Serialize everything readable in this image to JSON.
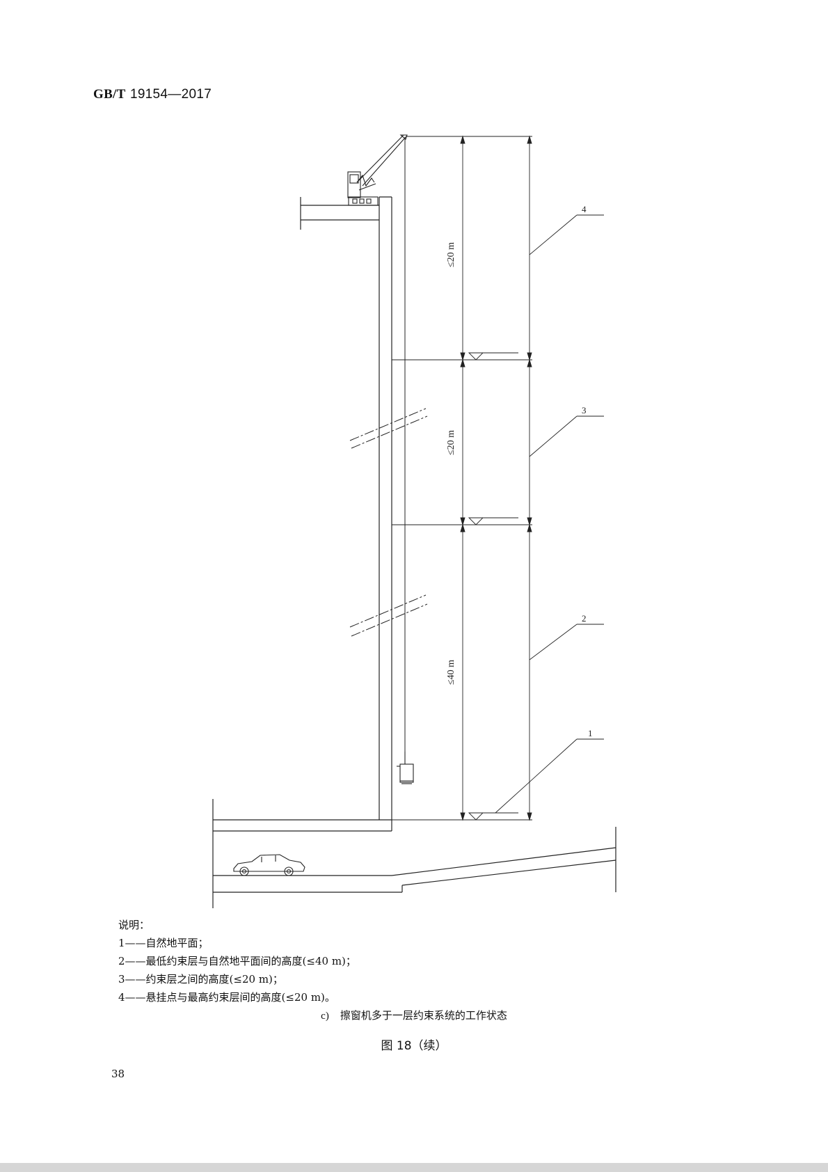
{
  "header": {
    "standard_prefix": "GB/T",
    "standard_number": "19154—2017"
  },
  "figure": {
    "dimensions": {
      "dim_top": "≤20 m",
      "dim_mid": "≤20 m",
      "dim_bottom": "≤40 m"
    },
    "callouts": [
      "1",
      "2",
      "3",
      "4"
    ]
  },
  "legend": {
    "title": "说明：",
    "items": [
      {
        "num": "1",
        "text": "自然地平面；"
      },
      {
        "num": "2",
        "text": "最低约束层与自然地平面间的高度(≤40 m)；"
      },
      {
        "num": "3",
        "text": "约束层之间的高度(≤20 m)；"
      },
      {
        "num": "4",
        "text": "悬挂点与最高约束层间的高度(≤20 m)。"
      }
    ]
  },
  "caption": {
    "sub_tag": "c)",
    "sub_text": "擦窗机多于一层约束系统的工作状态",
    "main": "图 18（续）"
  },
  "page_number": "38"
}
